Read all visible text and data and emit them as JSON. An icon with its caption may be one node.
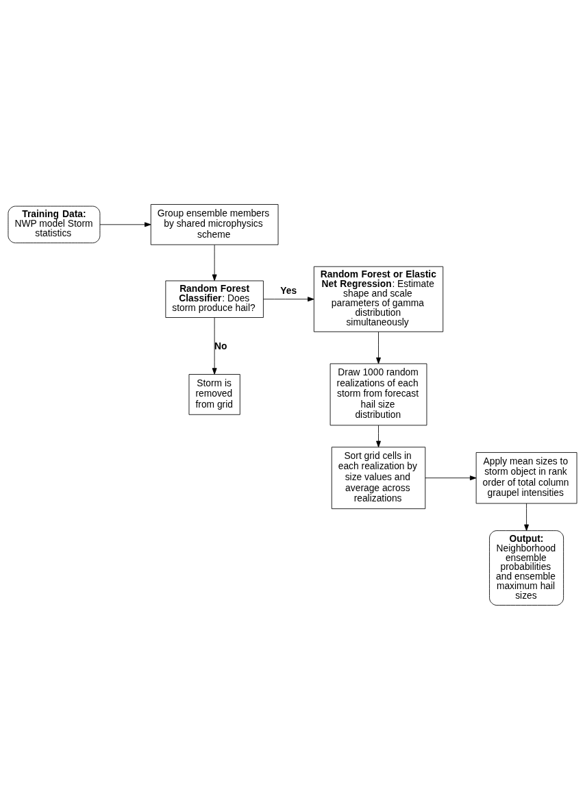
{
  "diagram": {
    "nodes": [
      {
        "text": [
          "Training Data:",
          "NWP model Storm statistics"
        ]
      },
      {
        "text": [
          "Group ensemble members by shared microphysics scheme"
        ]
      },
      {
        "text": [
          "**Random Forest or Elastic Net Regression**: Estimate shape and scale parameters of gamma distribution simultaneously"
        ]
      },
      {
        "text": [
          "**Random Forest Classifier**: Does storm produce hail?"
        ]
      },
      {
        "text": [
          "Storm is removed from grid"
        ]
      },
      {
        "text": [
          "Draw 1000 random realizations of each storm from forecast hail size distribution"
        ]
      },
      {
        "text": [
          "Sort grid cells in each realization by size values and average across realizations"
        ]
      },
      {
        "text": [
          "Apply mean sizes to storm object in rank order of total column graupel intensities"
        ]
      },
      {
        "text": [
          "Output:",
          "Neighborhood ensemble probabilities and ensemble maximum hail sizes"
        ]
      }
    ],
    "edges": [
      {
        "from": 0,
        "to": 1,
        "arrow": "to"
      },
      {
        "from": 1,
        "to": 3,
        "arrow": "to"
      },
      {
        "from": 3,
        "to": 2,
        "arrow": "to",
        "label": "Yes"
      },
      {
        "from": 3,
        "to": 4,
        "arrow": "to",
        "label": "No"
      },
      {
        "from": 2,
        "to": 5,
        "arrow": "to"
      },
      {
        "from": 5,
        "to": 6,
        "arrow": "to"
      },
      {
        "from": 6,
        "to": 7,
        "arrow": "to"
      },
      {
        "from": 7,
        "to": 8,
        "arrow": "to"
      }
    ]
  }
}
